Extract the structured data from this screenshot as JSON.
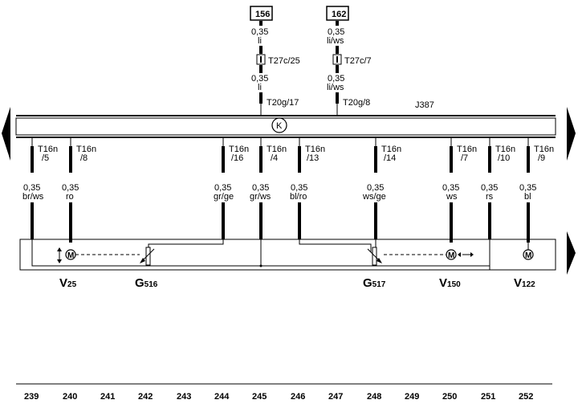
{
  "module": {
    "name": "J387"
  },
  "top_connections": [
    {
      "ref": "156",
      "gauge_top": "0,35",
      "color_top": "li",
      "connector": "T27c/25",
      "gauge_bot": "0,35",
      "color_bot": "li",
      "pin": "T20g/17"
    },
    {
      "ref": "162",
      "gauge_top": "0,35",
      "color_top": "li/ws",
      "connector": "T27c/7",
      "gauge_bot": "0,35",
      "color_bot": "li/ws",
      "pin": "T20g/8"
    }
  ],
  "ground_symbol": "K",
  "wires": [
    {
      "pin_a": "T16n",
      "pin_b": "/5",
      "gauge": "0,35",
      "color": "br/ws"
    },
    {
      "pin_a": "T16n",
      "pin_b": "/8",
      "gauge": "0,35",
      "color": "ro"
    },
    {
      "pin_a": "T16n",
      "pin_b": "/16",
      "gauge": "0,35",
      "color": "gr/ge"
    },
    {
      "pin_a": "T16n",
      "pin_b": "/4",
      "gauge": "0,35",
      "color": "gr/ws"
    },
    {
      "pin_a": "T16n",
      "pin_b": "/13",
      "gauge": "0,35",
      "color": "bl/ro"
    },
    {
      "pin_a": "T16n",
      "pin_b": "/14",
      "gauge": "0,35",
      "color": "ws/ge"
    },
    {
      "pin_a": "T16n",
      "pin_b": "/7",
      "gauge": "0,35",
      "color": "ws"
    },
    {
      "pin_a": "T16n",
      "pin_b": "/10",
      "gauge": "0,35",
      "color": "rs"
    },
    {
      "pin_a": "T16n",
      "pin_b": "/9",
      "gauge": "0,35",
      "color": "bl"
    }
  ],
  "components": [
    {
      "letter": "V",
      "number": "25"
    },
    {
      "letter": "G",
      "number": "516"
    },
    {
      "letter": "G",
      "number": "517"
    },
    {
      "letter": "V",
      "number": "150"
    },
    {
      "letter": "V",
      "number": "122"
    }
  ],
  "motor_symbol": "M",
  "columns": [
    "239",
    "240",
    "241",
    "242",
    "243",
    "244",
    "245",
    "246",
    "247",
    "248",
    "249",
    "250",
    "251",
    "252"
  ]
}
